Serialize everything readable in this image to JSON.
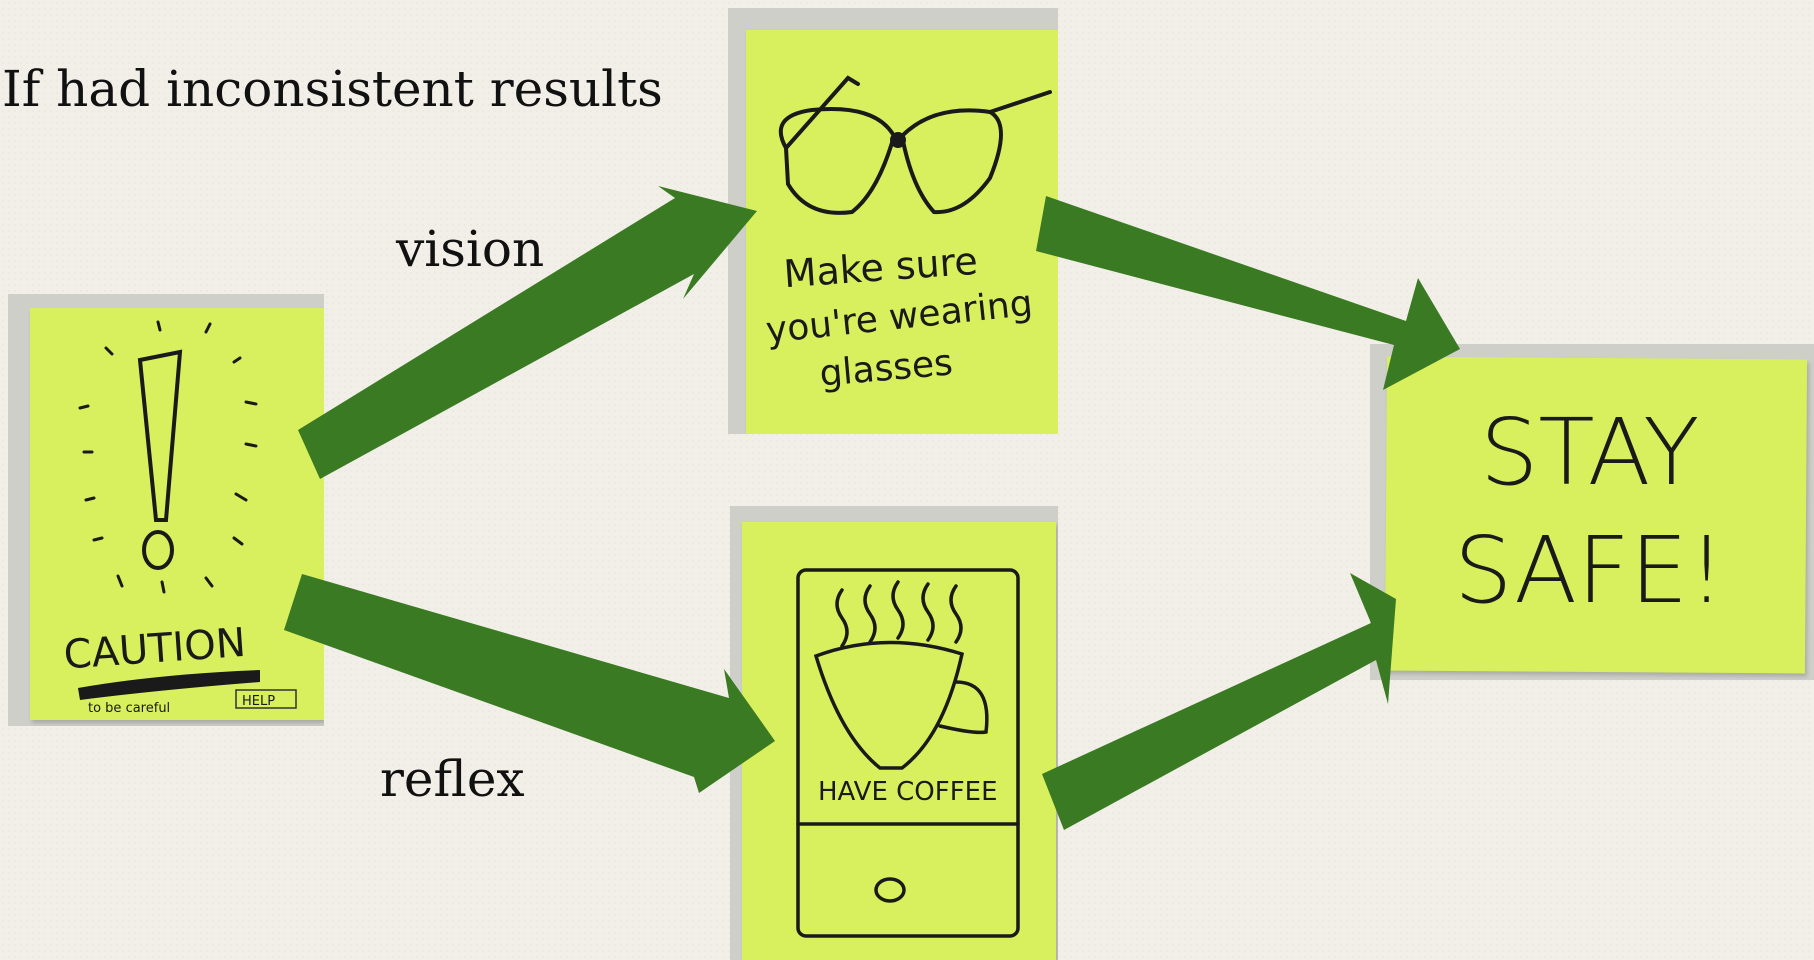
{
  "slide": {
    "heading": "If had inconsistent results",
    "branch_labels": {
      "top": "vision",
      "bottom": "reflex"
    }
  },
  "notes": {
    "caution": {
      "title": "CAUTION",
      "small_text": "to be careful",
      "small_box": "HELP"
    },
    "glasses": {
      "line1": "Make sure",
      "line2": "you're wearing",
      "line3": "glasses"
    },
    "coffee": {
      "label": "HAVE COFFEE"
    },
    "safe": {
      "line1": "STAY",
      "line2": "SAFE!"
    }
  },
  "colors": {
    "arrow": "#3a7a23",
    "sticky_note": "#d8ef5e",
    "background": "#f1efe7"
  }
}
